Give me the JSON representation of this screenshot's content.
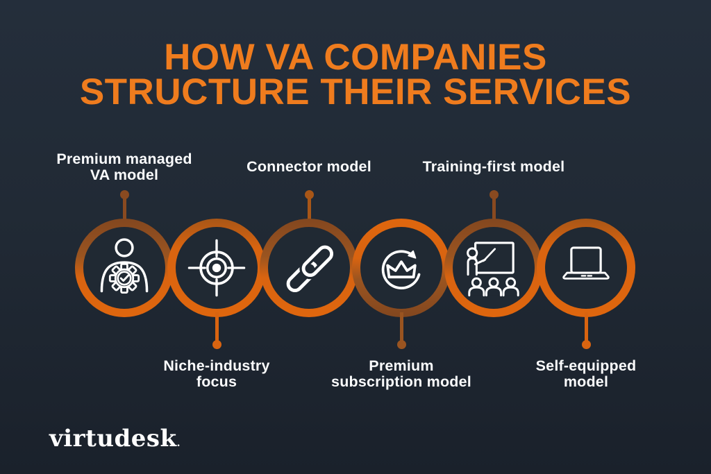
{
  "title": {
    "line1": "HOW VA COMPANIES",
    "line2": "STRUCTURE THEIR SERVICES"
  },
  "colors": {
    "background": "#212a35",
    "title_orange": "#ef7c1e",
    "ring_orange_bright": "#dd660e",
    "ring_orange_dark": "#8a4a20",
    "label_text": "#ffffff"
  },
  "models": [
    {
      "name": "premium-managed-va-model",
      "icon": "person-gear-icon",
      "label_lines": [
        "Premium managed",
        "VA model"
      ],
      "label_position": "top"
    },
    {
      "name": "niche-industry-focus",
      "icon": "target-icon",
      "label_lines": [
        "Niche-industry",
        "focus"
      ],
      "label_position": "bottom"
    },
    {
      "name": "connector-model",
      "icon": "chain-link-icon",
      "label_lines": [
        "Connector model"
      ],
      "label_position": "top"
    },
    {
      "name": "premium-subscription-model",
      "icon": "crown-refresh-icon",
      "label_lines": [
        "Premium",
        "subscription model"
      ],
      "label_position": "bottom"
    },
    {
      "name": "training-first-model",
      "icon": "teacher-presentation-icon",
      "label_lines": [
        "Training-first model"
      ],
      "label_position": "top"
    },
    {
      "name": "self-equipped-model",
      "icon": "laptop-icon",
      "label_lines": [
        "Self-equipped",
        "model"
      ],
      "label_position": "bottom"
    }
  ],
  "footer": {
    "logo_text": "virtudesk",
    "logo_mark": "."
  }
}
